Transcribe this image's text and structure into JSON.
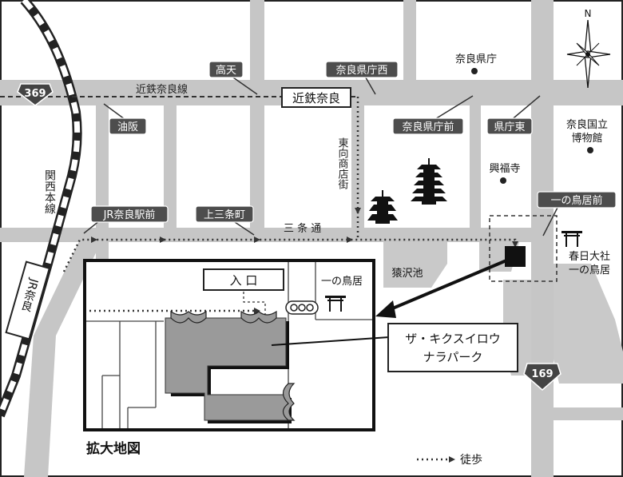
{
  "map": {
    "routes": {
      "national_369": "369",
      "national_169": "169"
    },
    "railways": {
      "kintetsu_line": "近鉄奈良線",
      "jr_kansai_line": "関西本線",
      "jr_nara_vertical": "JR奈良"
    },
    "stations": {
      "kintetsu_nara": "近鉄奈良"
    },
    "bus_stops": {
      "takama": "高天",
      "nara_kencho_nishi": "奈良県庁西",
      "aburasaka": "油阪",
      "nara_kencho_mae": "奈良県庁前",
      "kencho_higashi": "県庁東",
      "jr_nara_ekimae": "JR奈良駅前",
      "kami_sanjo": "上三条町",
      "ichinotorii_mae": "一の鳥居前"
    },
    "streets": {
      "sanjo_dori": "三 条 通",
      "higashimuki": "東向商店街"
    },
    "landmarks": {
      "nara_kencho": "奈良県庁",
      "nara_museum": "奈良国立博物館",
      "kofukuji": "興福寺",
      "sarusawa_ike": "猿沢池",
      "kasuga_torii": "春日大社一の鳥居"
    },
    "inset": {
      "entrance": "入 口",
      "torii": "一の鳥居",
      "title": "拡大地図"
    },
    "callout": {
      "line1": "ザ・キクスイロウ",
      "line2": "ナラパーク"
    },
    "legend": {
      "walk": "徒歩"
    },
    "compass": {
      "north": "N"
    }
  }
}
